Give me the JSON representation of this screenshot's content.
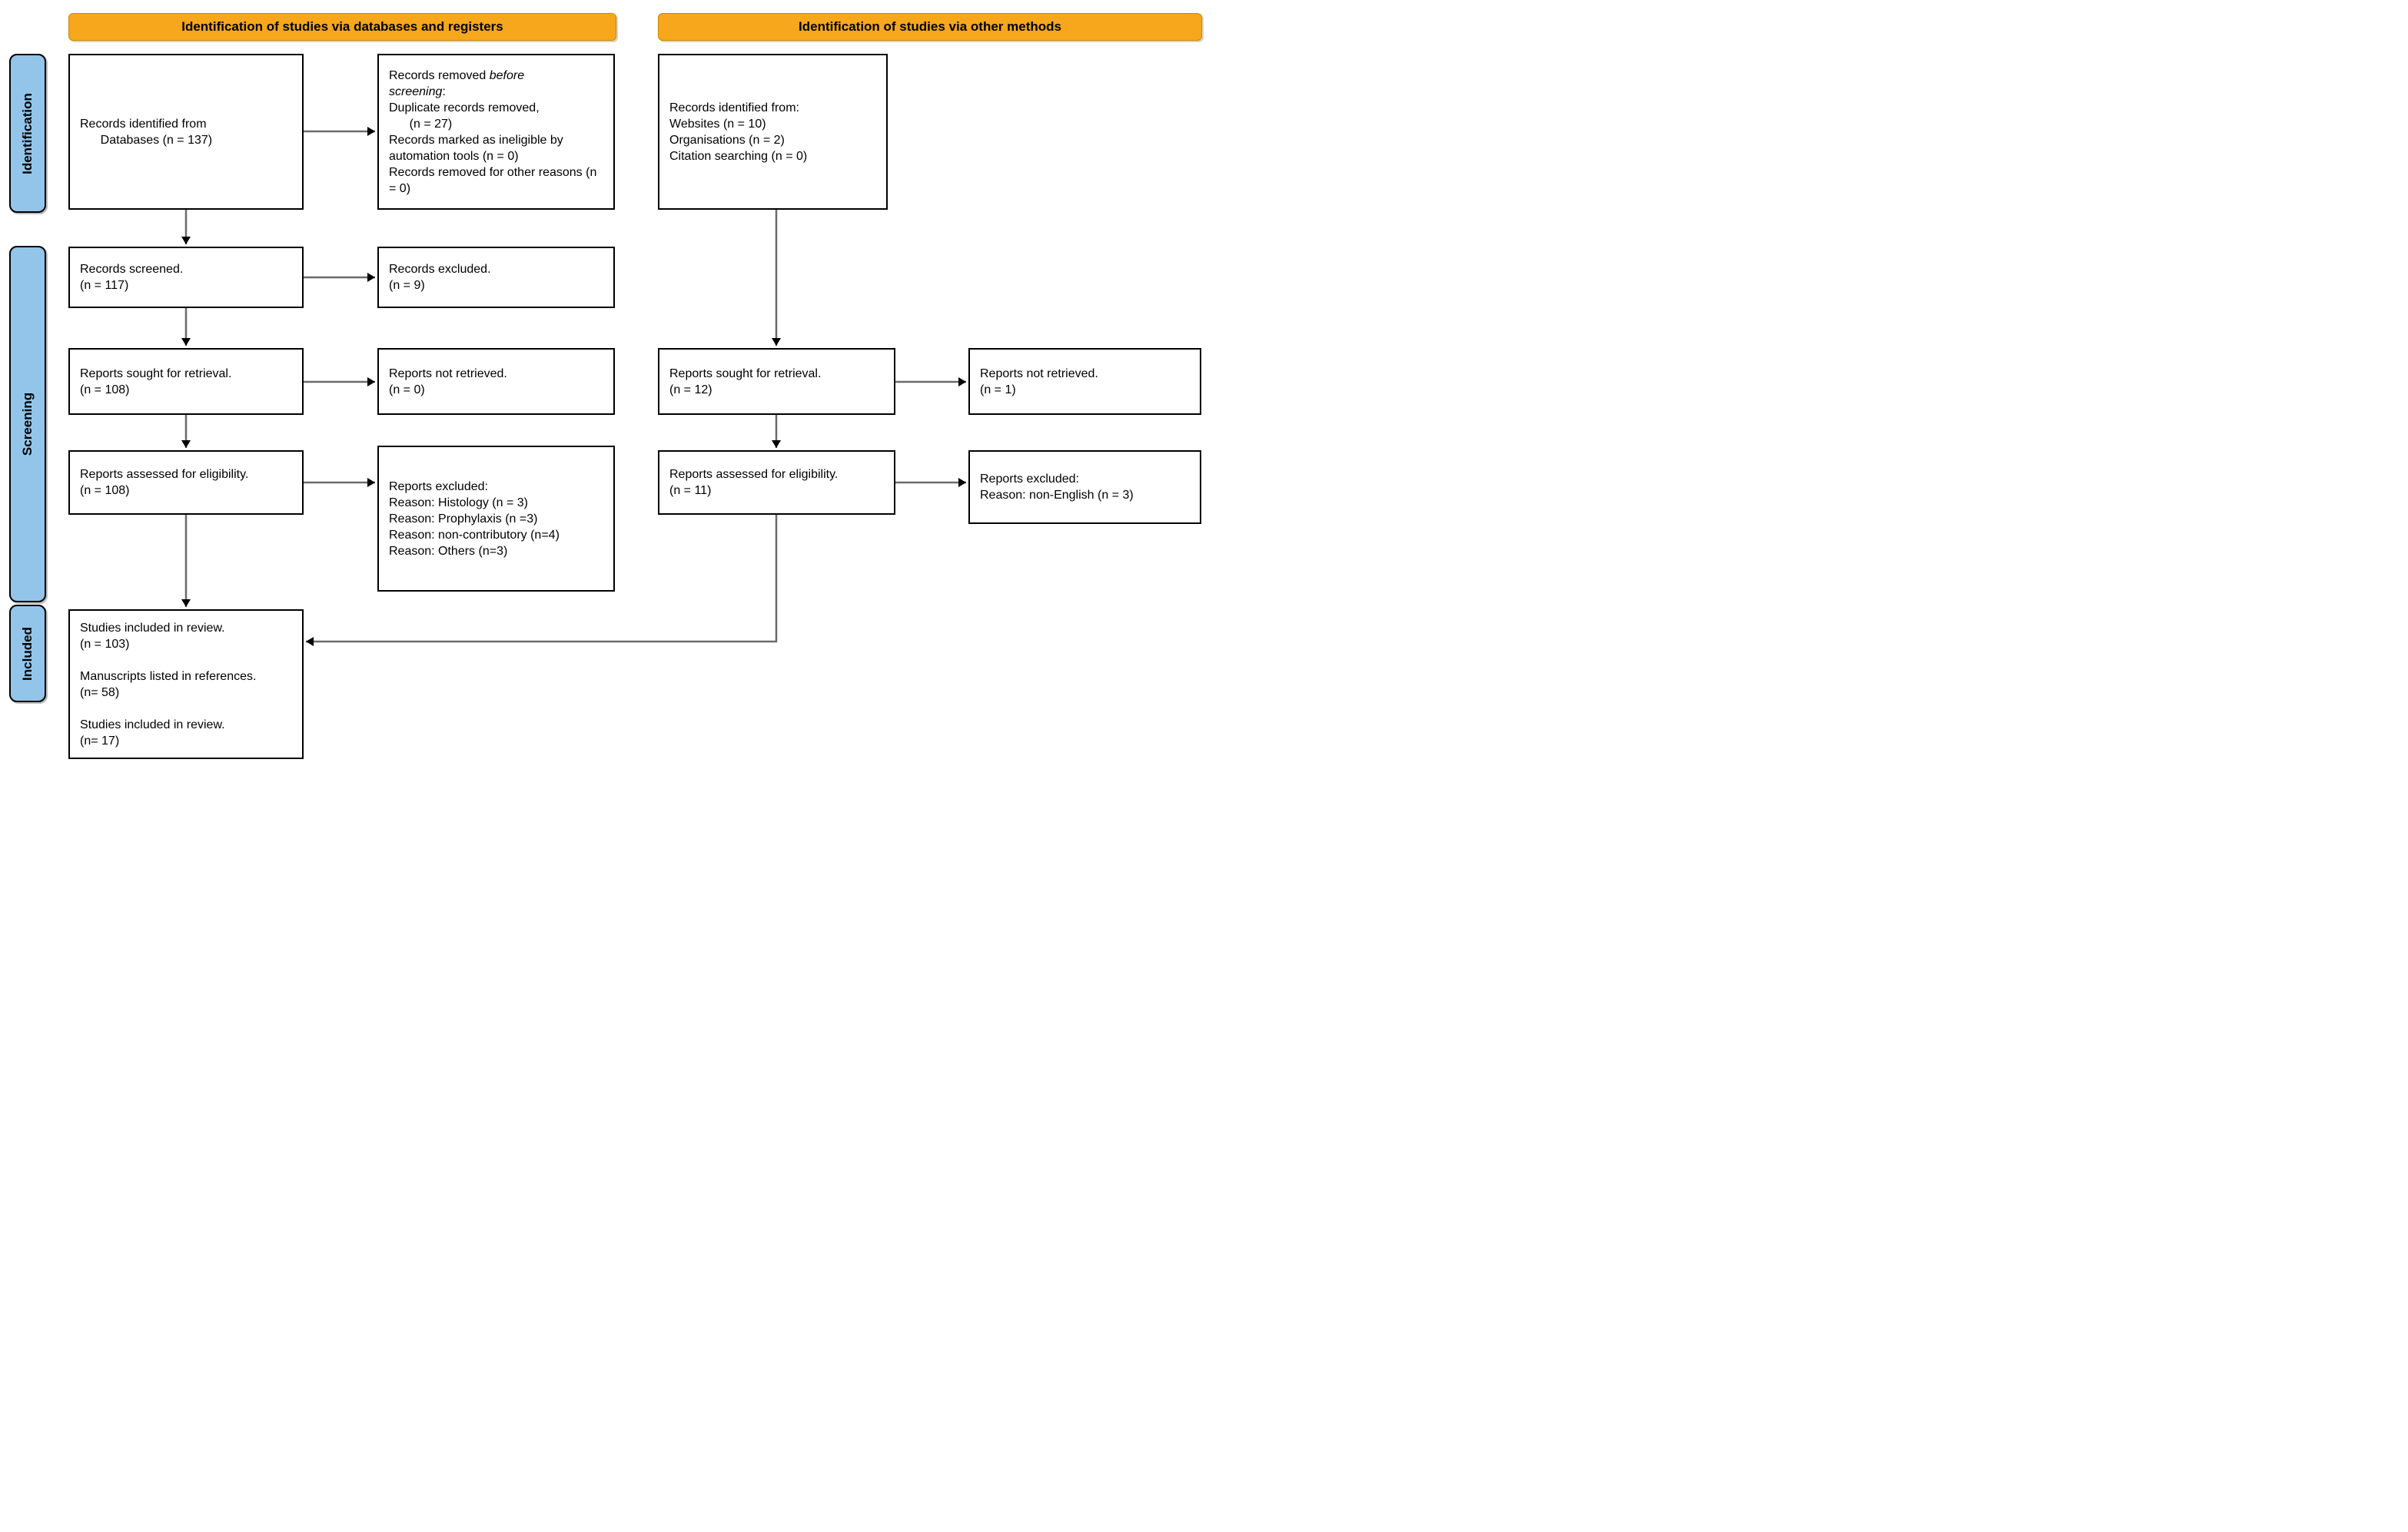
{
  "banners": {
    "databases": "Identification of studies via databases and registers",
    "other": "Identification of studies via other methods"
  },
  "stages": {
    "identification": "Identification",
    "screening": "Screening",
    "included": "Included"
  },
  "boxes": {
    "records_identified_db": {
      "lines": [
        "Records identified from",
        "      Databases (n = 137)"
      ]
    },
    "records_removed": {
      "prefix": "Records removed ",
      "italic": "before\nscreening",
      "suffix": ":\n",
      "lines": [
        "Duplicate records removed,",
        "      (n = 27)",
        "Records marked as ineligible by automation tools (n = 0)",
        "Records removed for other reasons (n = 0)"
      ]
    },
    "records_identified_other": {
      "lines": [
        "Records identified from:",
        "Websites (n = 10)",
        "Organisations (n = 2)",
        "Citation searching (n = 0)"
      ]
    },
    "records_screened": {
      "lines": [
        "Records screened.",
        "(n = 117)"
      ]
    },
    "records_excluded": {
      "lines": [
        "Records excluded.",
        "(n = 9)"
      ]
    },
    "reports_sought_db": {
      "lines": [
        "Reports sought for retrieval.",
        "(n = 108)"
      ]
    },
    "reports_not_retrieved_db": {
      "lines": [
        "Reports not retrieved.",
        "(n = 0)"
      ]
    },
    "reports_sought_other": {
      "lines": [
        "Reports sought for retrieval.",
        "(n = 12)"
      ]
    },
    "reports_not_retrieved_other": {
      "lines": [
        "Reports not retrieved.",
        "(n = 1)"
      ]
    },
    "reports_assessed_db": {
      "lines": [
        "Reports assessed for eligibility.",
        "(n = 108)"
      ]
    },
    "reports_excluded_db": {
      "lines": [
        "Reports excluded:",
        "Reason: Histology (n = 3)",
        "Reason: Prophylaxis (n =3)",
        "Reason: non-contributory (n=4)",
        "Reason: Others (n=3)"
      ]
    },
    "reports_assessed_other": {
      "lines": [
        "Reports assessed for eligibility.",
        "(n = 11)"
      ]
    },
    "reports_excluded_other": {
      "lines": [
        "Reports excluded:",
        "Reason: non-English (n = 3)"
      ]
    },
    "studies_included": {
      "lines": [
        "Studies included in review.",
        "(n = 103)",
        "",
        "Manuscripts listed in references.",
        "(n= 58)",
        "",
        "Studies included in review.",
        "(n= 17)"
      ]
    }
  },
  "colors": {
    "banner_bg": "#F7A71B",
    "stage_bg": "#92C5E9",
    "box_border": "#000000",
    "arrow_line": "#6b6b6b",
    "arrow_head": "#000000"
  }
}
